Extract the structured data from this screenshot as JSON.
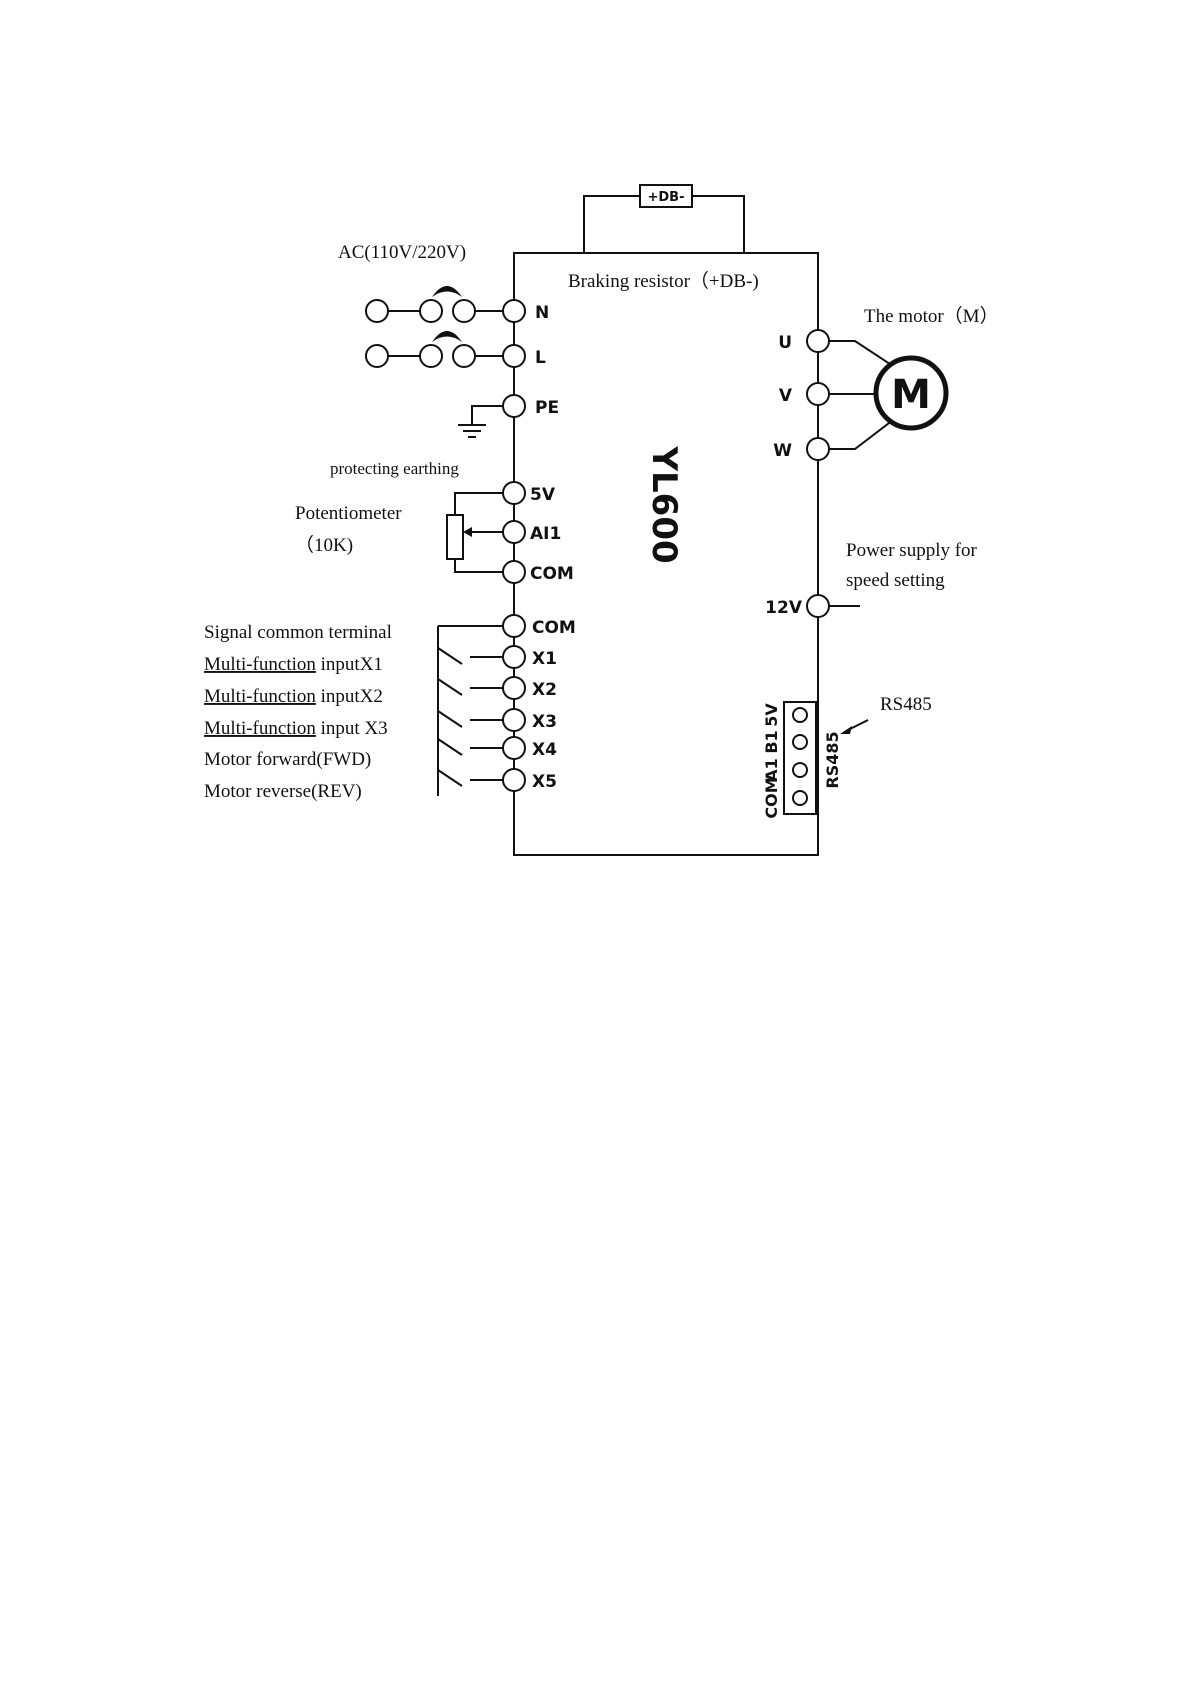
{
  "diagram": {
    "model_label": "YL600",
    "db_box_label": "+DB-",
    "annotations": {
      "ac_supply": "AC(110V/220V)",
      "braking_resistor": "Braking resistor（+DB-)",
      "motor": "The motor（M）",
      "protecting_earthing": "protecting earthing",
      "potentiometer": "Potentiometer",
      "potentiometer_value": "（10K)",
      "power_supply_line1": "Power supply for",
      "power_supply_line2": "speed setting",
      "rs485": "RS485",
      "signal_common": "Signal common terminal",
      "input_x1_a": "Multi-function",
      "input_x1_b": " inputX1",
      "input_x2_a": "Multi-function",
      "input_x2_b": " inputX2",
      "input_x3_a": "Multi-function",
      "input_x3_b": " input X3",
      "motor_forward": "Motor forward(FWD)",
      "motor_reverse": "Motor reverse(REV)"
    },
    "left_terminals": {
      "n": "N",
      "l": "L",
      "pe": "PE",
      "v5": "5V",
      "ai1": "AI1",
      "com1": "COM",
      "com2": "COM",
      "x1": "X1",
      "x2": "X2",
      "x3": "X3",
      "x4": "X4",
      "x5": "X5"
    },
    "right_terminals": {
      "u": "U",
      "v": "V",
      "w": "W",
      "v12": "12V"
    },
    "motor_symbol": "M",
    "rs485_terminals": {
      "pins": [
        "5V",
        "B1",
        "A1",
        "COM"
      ],
      "label": "RS485"
    }
  }
}
